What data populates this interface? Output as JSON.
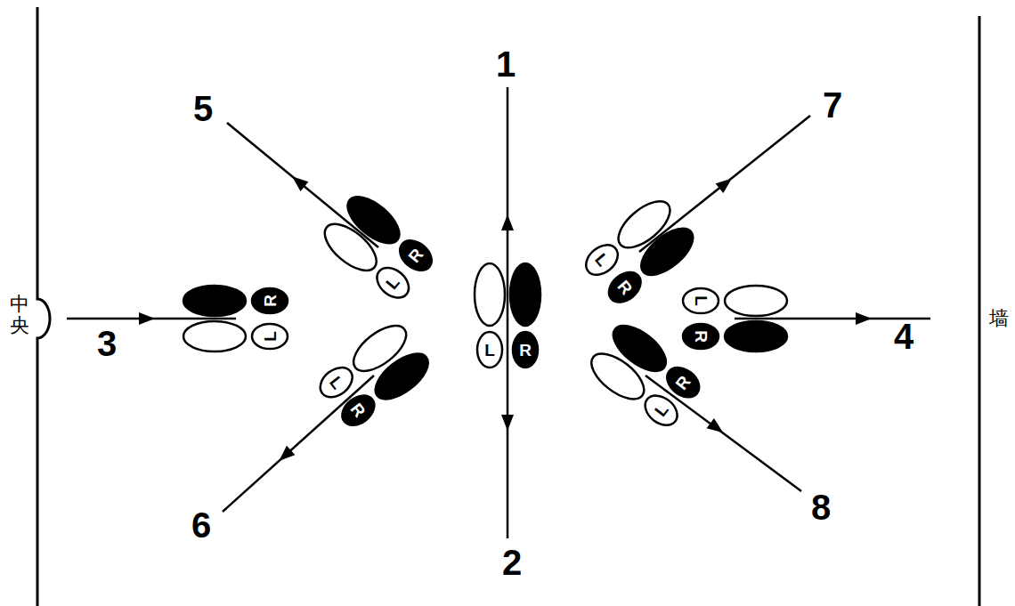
{
  "diagram": {
    "labels": [
      "1",
      "5",
      "7",
      "中央",
      "3",
      "4",
      "墙",
      "6",
      "2",
      "8",
      "L",
      "R",
      "L",
      "R",
      "L",
      "R",
      "L",
      "R",
      "L",
      "R",
      "L",
      "R",
      "L",
      "R"
    ]
  }
}
